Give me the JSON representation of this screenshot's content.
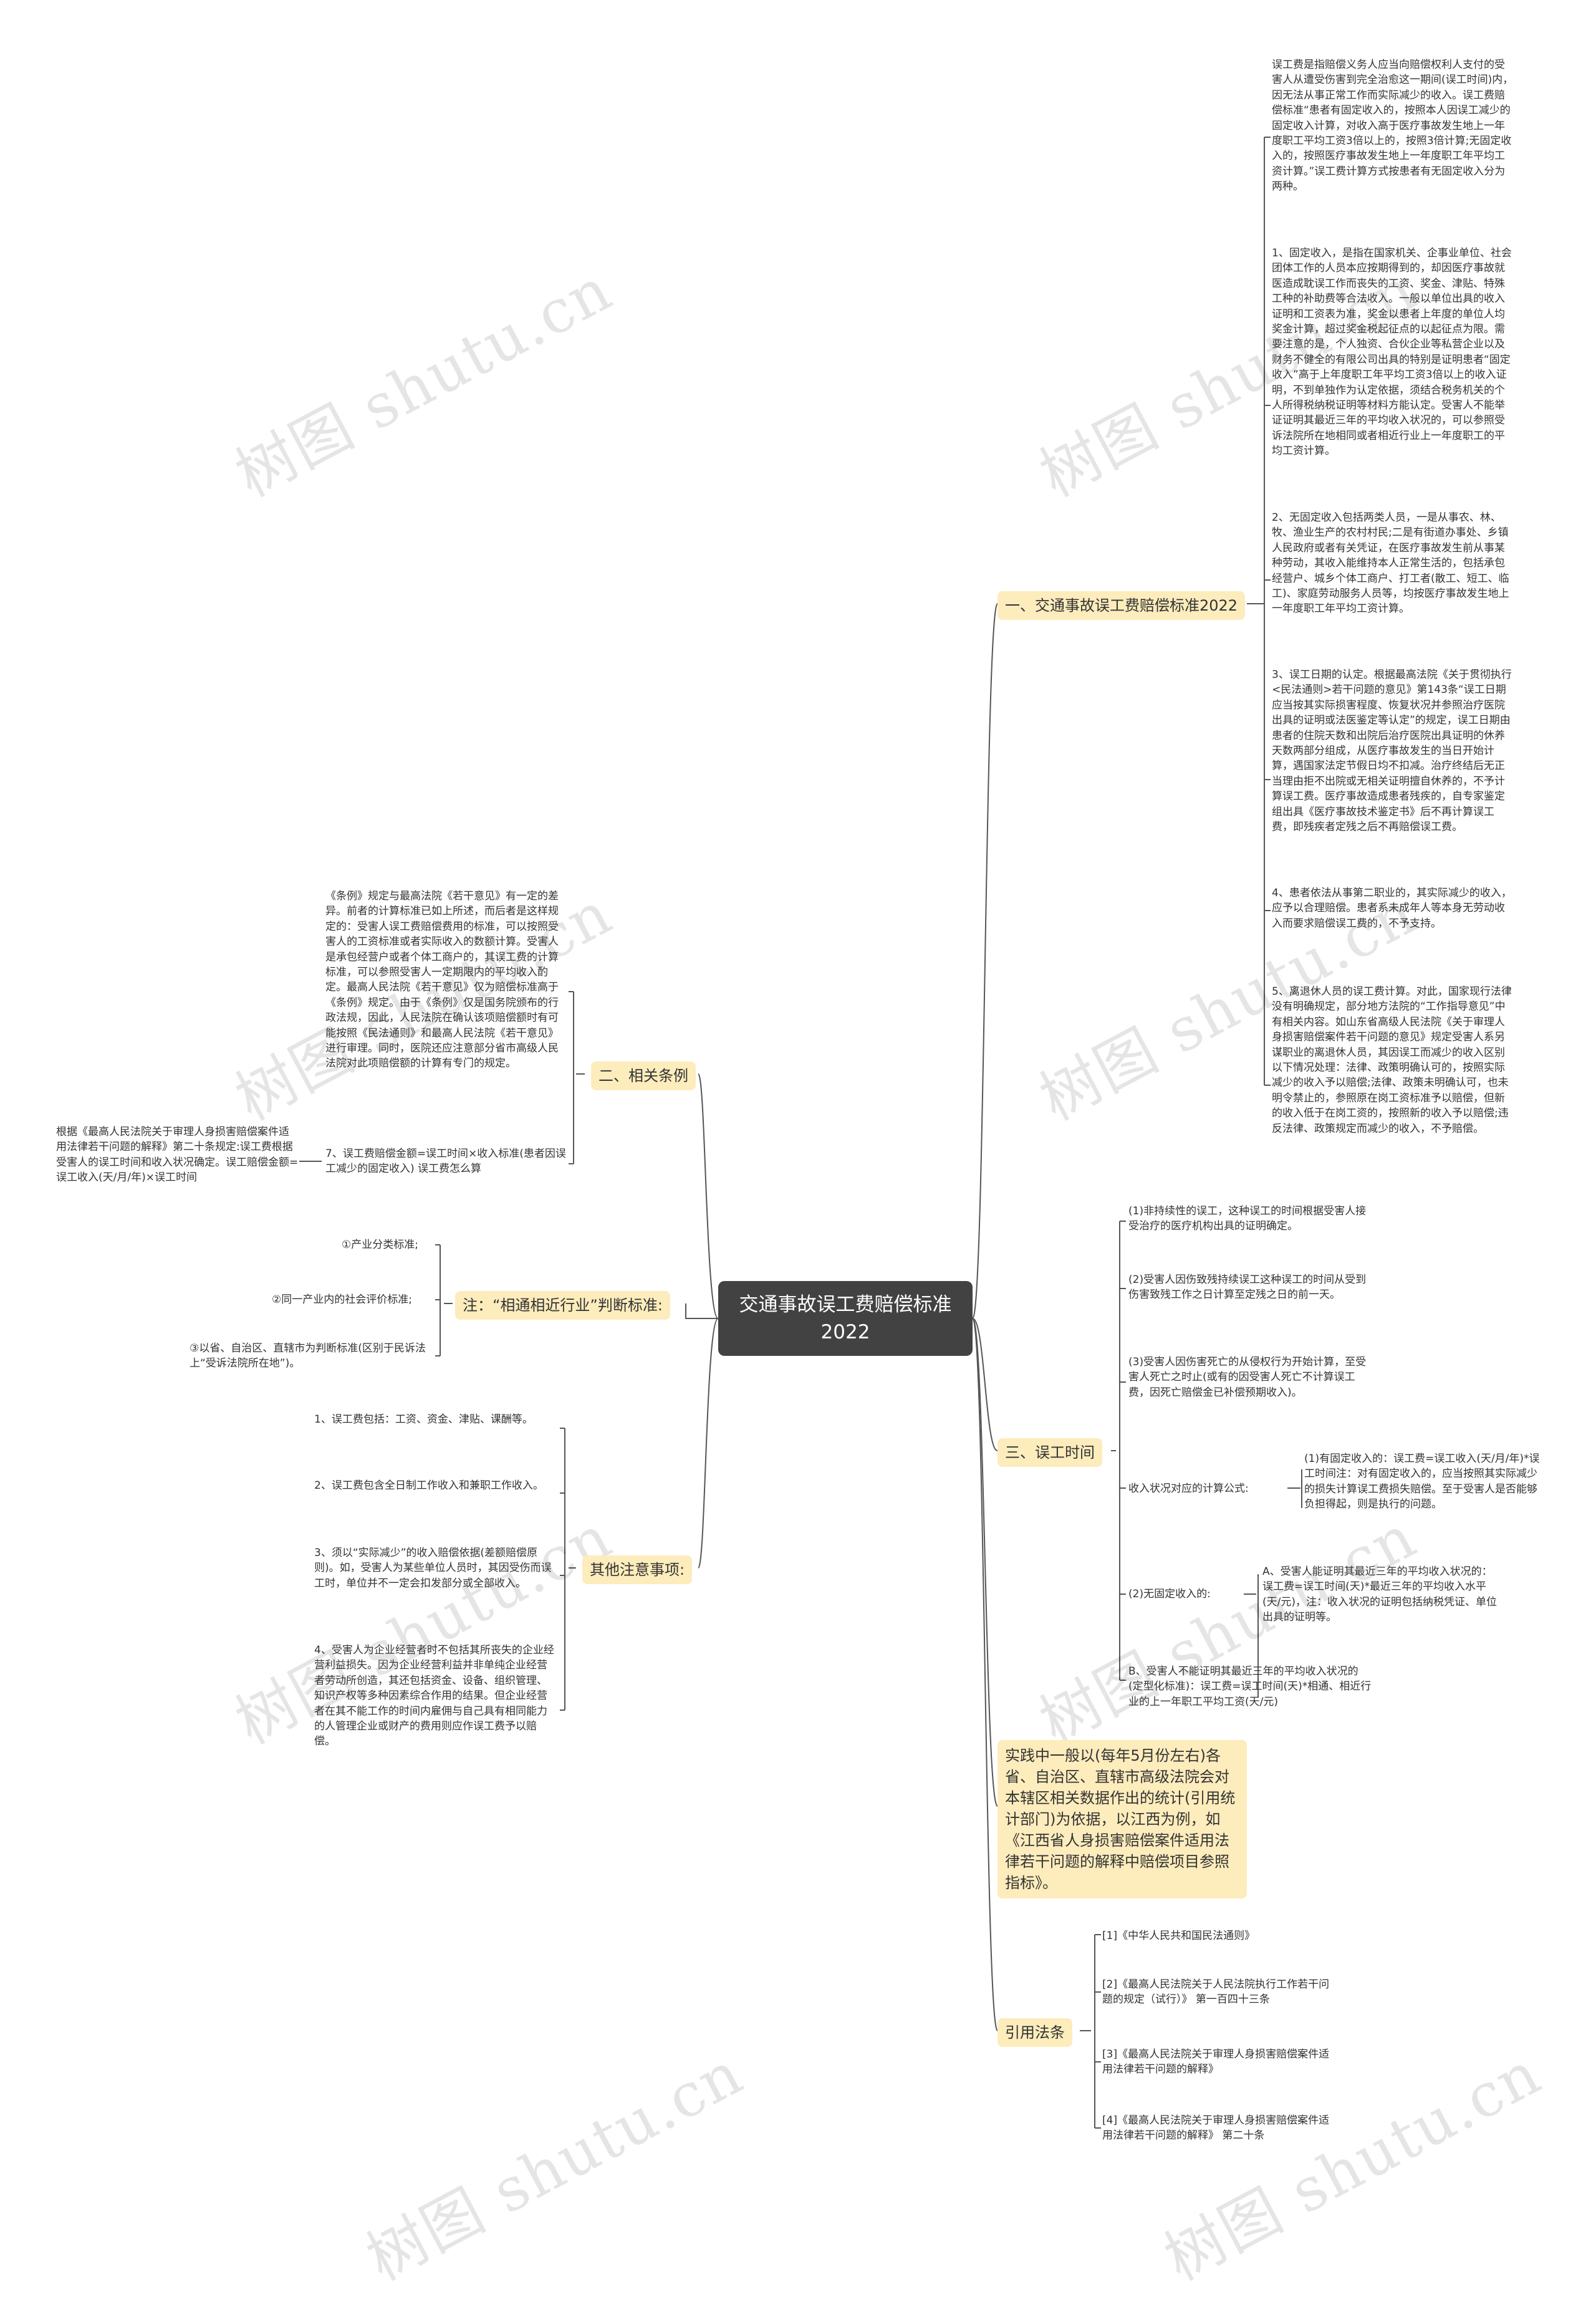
{
  "watermark": "树图 shutu.cn",
  "root": "交通事故误工费赔偿标准2022",
  "colors": {
    "root_bg": "#424242",
    "branch_bg": "#fdecbc",
    "line": "#555555"
  },
  "right": {
    "b1": {
      "label": "一、交通事故误工费赔偿标准2022",
      "leaves": [
        "误工费是指赔偿义务人应当向赔偿权利人支付的受害人从遭受伤害到完全治愈这一期间(误工时间)内，因无法从事正常工作而实际减少的收入。误工费赔偿标准“患者有固定收入的，按照本人因误工减少的固定收入计算，对收入高于医疗事故发生地上一年度职工平均工资3倍以上的，按照3倍计算;无固定收入的，按照医疗事故发生地上一年度职工年平均工资计算。”误工费计算方式按患者有无固定收入分为两种。",
        "1、固定收入，是指在国家机关、企事业单位、社会团体工作的人员本应按期得到的，却因医疗事故就医造成耽误工作而丧失的工资、奖金、津贴、特殊工种的补助费等合法收入。一般以单位出具的收入证明和工资表为准，奖金以患者上年度的单位人均奖金计算，超过奖金税起征点的以起征点为限。需要注意的是，个人独资、合伙企业等私营企业以及财务不健全的有限公司出具的特别是证明患者“固定收入”高于上年度职工年平均工资3倍以上的收入证明，不到单独作为认定依据，须结合税务机关的个人所得税纳税证明等材料方能认定。受害人不能举证证明其最近三年的平均收入状况的，可以参照受诉法院所在地相同或者相近行业上一年度职工的平均工资计算。",
        "2、无固定收入包括两类人员，一是从事农、林、牧、渔业生产的农村村民;二是有街道办事处、乡镇人民政府或者有关凭证，在医疗事故发生前从事某种劳动，其收入能维持本人正常生活的，包括承包经营户、城乡个体工商户、打工者(散工、短工、临工)、家庭劳动服务人员等，均按医疗事故发生地上一年度职工年平均工资计算。",
        "3、误工日期的认定。根据最高法院《关于贯彻执行<民法通则>若干问题的意见》第143条“误工日期应当按其实际损害程度、恢复状况并参照治疗医院出具的证明或法医鉴定等认定”的规定，误工日期由患者的住院天数和出院后治疗医院出具证明的休养天数两部分组成，从医疗事故发生的当日开始计算，遇国家法定节假日均不扣减。治疗终结后无正当理由拒不出院或无相关证明擅自休养的，不予计算误工费。医疗事故造成患者残疾的，自专家鉴定组出具《医疗事故技术鉴定书》后不再计算误工费，即残疾者定残之后不再赔偿误工费。",
        "4、患者依法从事第二职业的，其实际减少的收入，应予以合理赔偿。患者系未成年人等本身无劳动收入而要求赔偿误工费的，不予支持。",
        "5、离退休人员的误工费计算。对此，国家现行法律没有明确规定，部分地方法院的“工作指导意见”中有相关内容。如山东省高级人民法院《关于审理人身损害赔偿案件若干问题的意见》规定受害人系另谋职业的离退休人员，其因误工而减少的收入区别以下情况处理：法律、政策明确认可的，按照实际减少的收入予以赔偿;法律、政策未明确认可，也未明令禁止的，参照原在岗工资标准予以赔偿，但新的收入低于在岗工资的，按照新的收入予以赔偿;违反法律、政策规定而减少的收入，不予赔偿。"
      ]
    },
    "b3": {
      "label": "三、误工时间",
      "leaves": [
        "(1)非持续性的误工，这种误工的时间根据受害人接受治疗的医疗机构出具的证明确定。",
        "(2)受害人因伤致残持续误工这种误工的时间从受到伤害致残工作之日计算至定残之日的前一天。",
        "(3)受害人因伤害死亡的从侵权行为开始计算，至受害人死亡之时止(或有的因受害人死亡不计算误工费，因死亡赔偿金已补偿预期收入)。"
      ],
      "income_label": "收入状况对应的计算公式:",
      "fixed": "(1)有固定收入的：误工费=误工收入(天/月/年)*误工时间注：对有固定收入的，应当按照其实际减少的损失计算误工费损失赔偿。至于受害人是否能够负担得起，则是执行的问题。",
      "nonfixed_label": "(2)无固定收入的:",
      "nonfixed_a": "A、受害人能证明其最近三年的平均收入状况的：误工费=误工时间(天)*最近三年的平均收入水平(天/元)，注：收入状况的证明包括纳税凭证、单位出具的证明等。",
      "nonfixed_b": "B、受害人不能证明其最近三年的平均收入状况的(定型化标准)：误工费=误工时间(天)*相通、相近行业的上一年职工平均工资(天/元)"
    },
    "b4": {
      "label": "实践中一般以(每年5月份左右)各省、自治区、直辖市高级法院会对本辖区相关数据作出的统计(引用统计部门)为依据，以江西为例，如《江西省人身损害赔偿案件适用法律若干问题的解释中赔偿项目参照指标》。"
    },
    "b5": {
      "label": "引用法条",
      "leaves": [
        "[1]《中华人民共和国民法通则》",
        "[2]《最高人民法院关于人民法院执行工作若干问题的规定（试行）》 第一百四十三条",
        "[3]《最高人民法院关于审理人身损害赔偿案件适用法律若干问题的解释》",
        "[4]《最高人民法院关于审理人身损害赔偿案件适用法律若干问题的解释》 第二十条"
      ]
    }
  },
  "left": {
    "b2": {
      "label": "二、相关条例",
      "leaves": [
        "《条例》规定与最高法院《若干意见》有一定的差异。前者的计算标准已如上所述，而后者是这样规定的：受害人误工费赔偿费用的标准，可以按照受害人的工资标准或者实际收入的数额计算。受害人是承包经营户或者个体工商户的，其误工费的计算标准，可以参照受害人一定期限内的平均收入酌定。最高人民法院《若干意见》仅为赔偿标准高于《条例》规定。由于《条例》仅是国务院颁布的行政法规，因此，人民法院在确认该项赔偿额时有可能按照《民法通则》和最高人民法院《若干意见》进行审理。同时，医院还应注意部分省市高级人民法院对此项赔偿额的计算有专门的规定。",
        "7、误工费赔偿金额=误工时间×收入标准(患者因误工减少的固定收入) 误工费怎么算"
      ],
      "sub": "根据《最高人民法院关于审理人身损害赔偿案件适用法律若干问题的解释》第二十条规定:误工费根据受害人的误工时间和收入状况确定。误工赔偿金额= 误工收入(天/月/年)×误工时间"
    },
    "note": {
      "label": "注：“相通相近行业”判断标准:",
      "leaves": [
        "①产业分类标准;",
        "②同一产业内的社会评价标准;",
        "③以省、自治区、直辖市为判断标准(区别于民诉法上“受诉法院所在地”)。"
      ]
    },
    "other": {
      "label": "其他注意事项:",
      "leaves": [
        "1、误工费包括：工资、资金、津贴、课酬等。",
        "2、误工费包含全日制工作收入和兼职工作收入。",
        "3、须以“实际减少”的收入赔偿依据(差额赔偿原则)。如，受害人为某些单位人员时，其因受伤而误工时，单位并不一定会扣发部分或全部收入。",
        "4、受害人为企业经营者时不包括其所丧失的企业经营利益损失。因为企业经营利益并非单纯企业经营者劳动所创造，其还包括资金、设备、组织管理、知识产权等多种因素综合作用的结果。但企业经营者在其不能工作的时间内雇佣与自己具有相同能力的人管理企业或财产的费用则应作误工费予以赔偿。"
      ]
    }
  }
}
